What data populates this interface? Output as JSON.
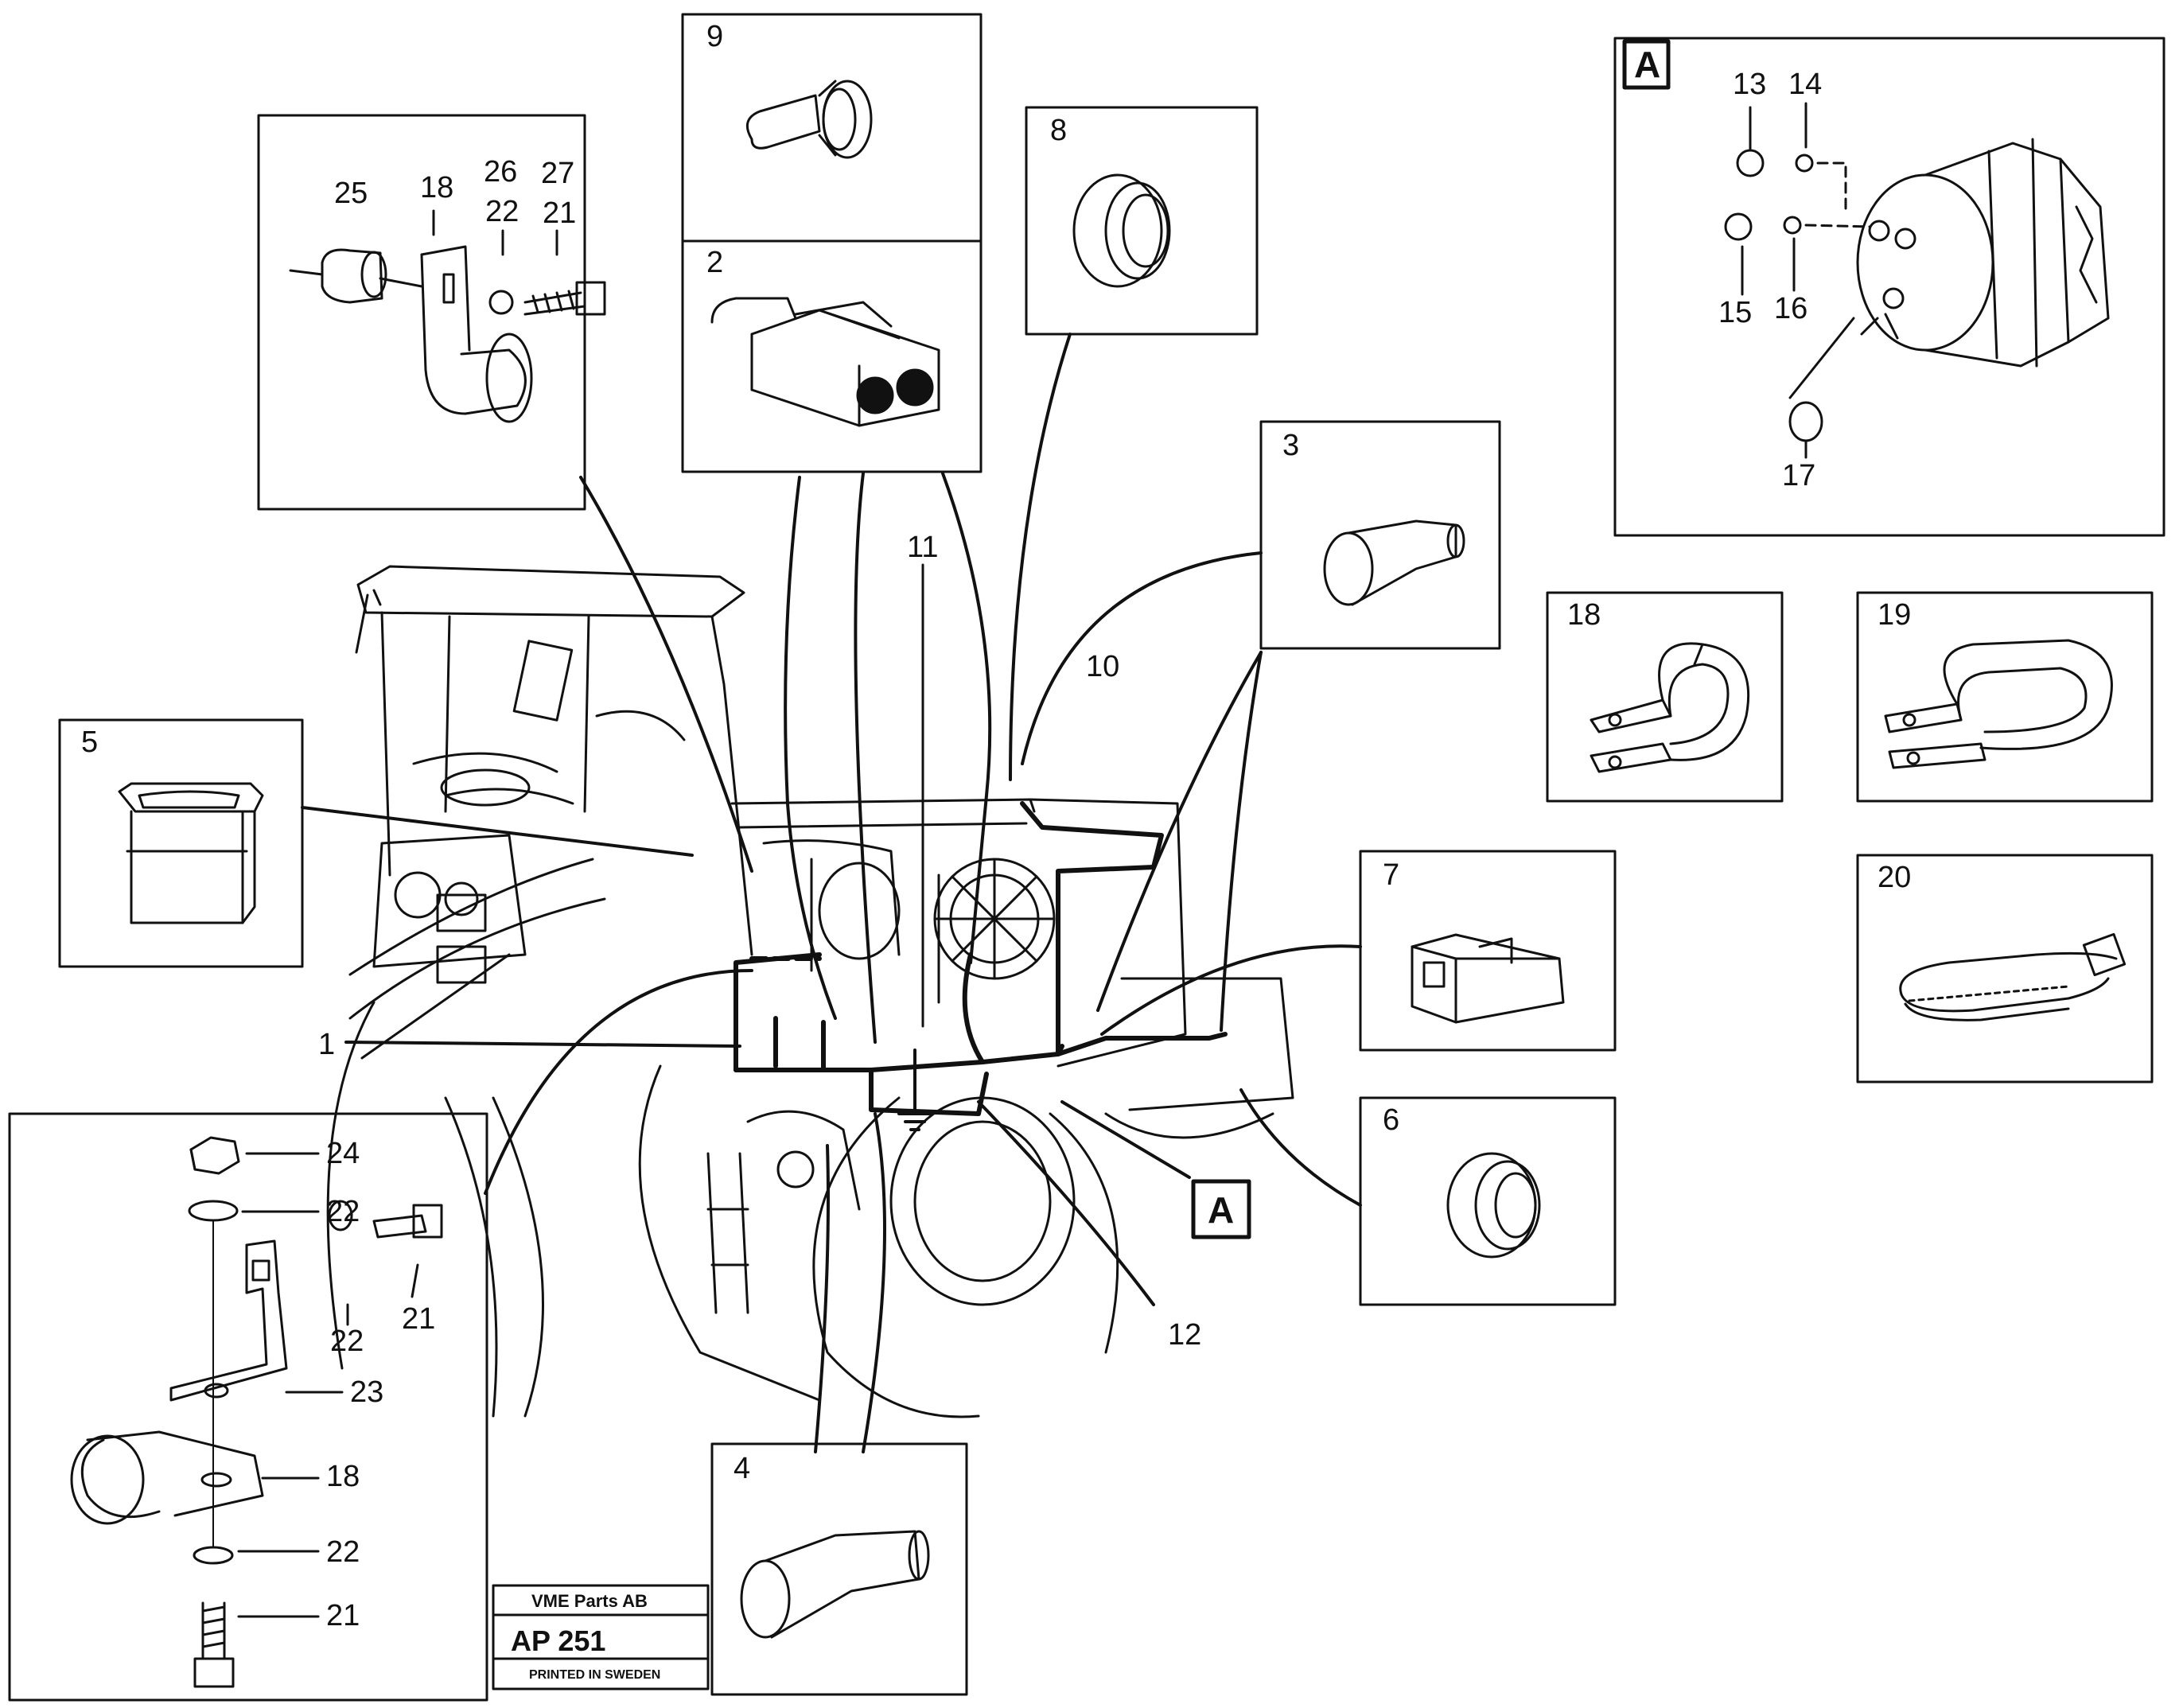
{
  "callouts": {
    "panel_9": "9",
    "panel_2": "2",
    "panel_8": "8",
    "panel_3": "3",
    "panel_5": "5",
    "panel_7": "7",
    "panel_6": "6",
    "panel_4": "4",
    "panel_18": "18",
    "panel_19": "19",
    "panel_20": "20",
    "panel_A": "A",
    "main_1": "1",
    "main_10": "10",
    "main_11": "11",
    "main_12": "12",
    "main_A": "A",
    "clamp_25": "25",
    "clamp_18": "18",
    "clamp_26": "26",
    "clamp_27": "27",
    "clamp_22": "22",
    "clamp_21": "21",
    "alt_13": "13",
    "alt_14": "14",
    "alt_15": "15",
    "alt_16": "16",
    "alt_17": "17",
    "bracket_24": "24",
    "bracket_22a": "22",
    "bracket_22b": "22",
    "bracket_21a": "21",
    "bracket_23": "23",
    "bracket_18": "18",
    "bracket_22c": "22",
    "bracket_21b": "21"
  },
  "stamp": {
    "company": "VME Parts AB",
    "code": "AP 251",
    "printed": "PRINTED IN SWEDEN"
  }
}
